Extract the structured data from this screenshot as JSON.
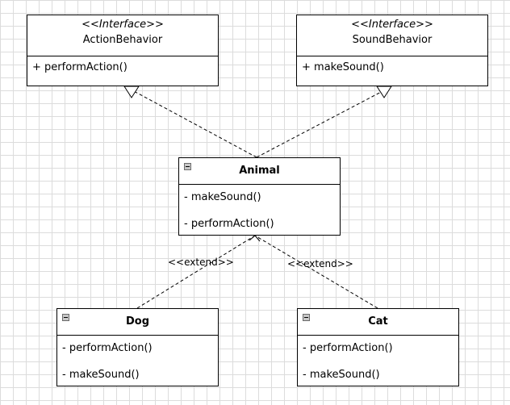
{
  "interfaces": {
    "action": {
      "stereotype": "<<Interface>>",
      "name": "ActionBehavior",
      "members": [
        "+ performAction()"
      ]
    },
    "sound": {
      "stereotype": "<<Interface>>",
      "name": "SoundBehavior",
      "members": [
        "+ makeSound()"
      ]
    }
  },
  "classes": {
    "animal": {
      "name": "Animal",
      "members": [
        "- makeSound()",
        "- performAction()"
      ]
    },
    "dog": {
      "name": "Dog",
      "members": [
        "- performAction()",
        "- makeSound()"
      ]
    },
    "cat": {
      "name": "Cat",
      "members": [
        "- performAction()",
        "- makeSound()"
      ]
    }
  },
  "relations": {
    "dog_extend_label": "<<extend>>",
    "cat_extend_label": "<<extend>>"
  },
  "colors": {
    "line": "#000000",
    "grid": "#dcdcdc",
    "background": "#ffffff",
    "collapse_icon": "#c8c8c8"
  }
}
